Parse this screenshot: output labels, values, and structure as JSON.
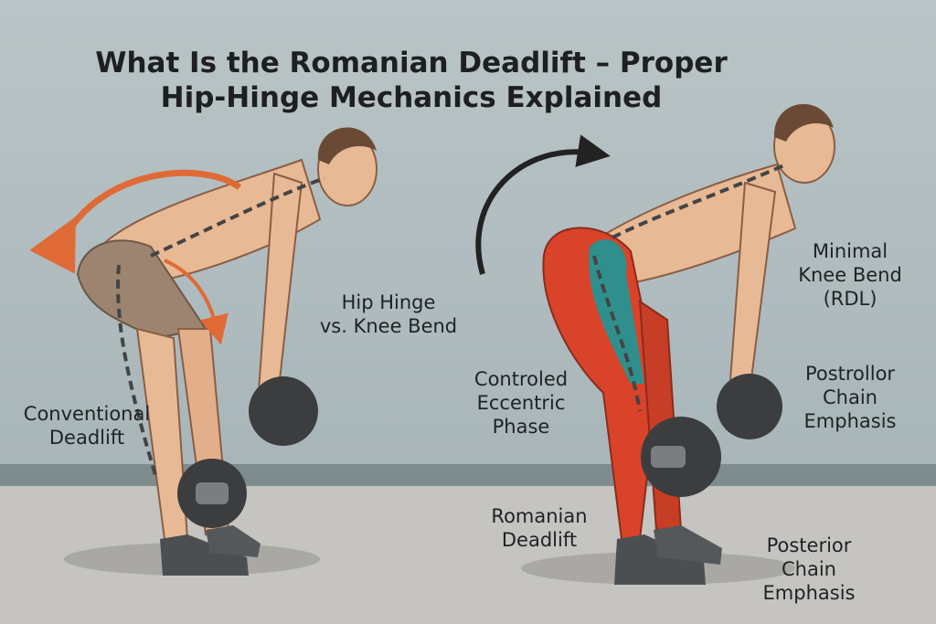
{
  "title": {
    "line1": "What Is the Romanian Deadlift – Proper",
    "line2": "Hip-Hinge Mechanics Explained"
  },
  "labels": {
    "conventional": {
      "line1": "Conventional",
      "line2": "Deadlift"
    },
    "hip_hinge": {
      "line1": "Hip Hinge",
      "line2": "vs. Knee Bend"
    },
    "eccentric": {
      "line1": "Controled",
      "line2": "Eccentric",
      "line3": "Phase"
    },
    "minimal_knee": {
      "line1": "Minimal",
      "line2": "Knee Bend",
      "line3": "(RDL)"
    },
    "postrollor": {
      "line1": "Postrollor",
      "line2": "Chain",
      "line3": "Emphasis"
    },
    "romanian": {
      "line1": "Romanian",
      "line2": "Deadlift"
    },
    "posterior": {
      "line1": "Posterior",
      "line2": "Chain",
      "line3": "Emphasis"
    }
  },
  "colors": {
    "arrow_orange": "#e06a36",
    "arrow_dark": "#222222",
    "muscle_red": "#d8432a",
    "muscle_teal": "#2f8f8c",
    "skin": "#e8b995",
    "shorts": "#9c8470"
  },
  "icons": [
    "curved-arrow-left-icon",
    "curved-arrow-right-icon",
    "down-arrow-icon"
  ]
}
